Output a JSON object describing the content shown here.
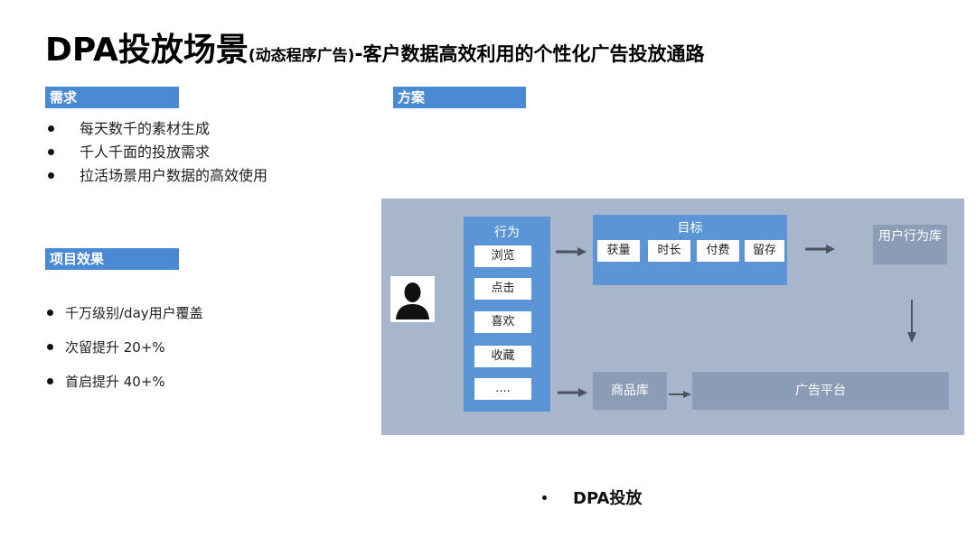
{
  "title": {
    "main": "DPA投放场景",
    "sub": "(动态程序广告)",
    "sep": "-",
    "tail": "客户数据高效利用的个性化广告投放通路"
  },
  "needs": {
    "label": "需求",
    "items": [
      "每天数千的素材生成",
      "千人千面的投放需求",
      "拉活场景用户数据的高效使用"
    ]
  },
  "solution": {
    "label": "方案"
  },
  "effects": {
    "label": "项目效果",
    "items": [
      "千万级别/day用户覆盖",
      "次留提升 20+%",
      "首启提升 40+%"
    ]
  },
  "diagram": {
    "behavior": {
      "title": "行为",
      "items": [
        "浏览",
        "点击",
        "喜欢",
        "收藏",
        "...."
      ]
    },
    "goals": {
      "title": "目标",
      "items": [
        "获量",
        "时长",
        "付费",
        "留存"
      ]
    },
    "user_behavior_db": "用户行为库",
    "product_db": "商品库",
    "ad_platform": "广告平台",
    "icon": "person-silhouette-icon"
  },
  "footer": {
    "text": "DPA投放"
  },
  "colors": {
    "accent": "#4a8ad4",
    "panel": "#a7b6cb",
    "box_blue": "#5b95d6",
    "box_grey": "#8b9cb7"
  }
}
